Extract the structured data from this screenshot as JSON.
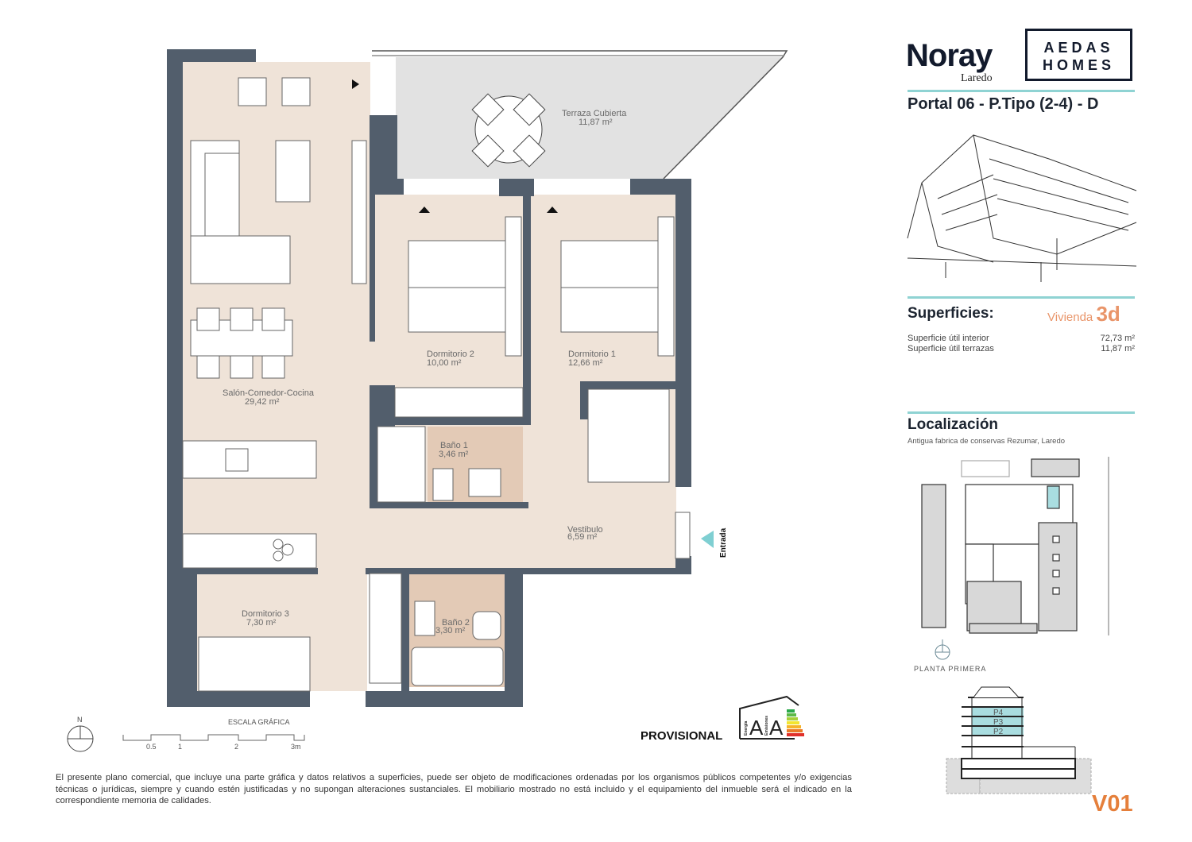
{
  "brand": {
    "name": "Noray",
    "city": "Laredo",
    "partner_line1": "AEDAS",
    "partner_line2": "HOMES"
  },
  "header": {
    "portal": "Portal 06 - P.Tipo (2-4) - D"
  },
  "superficies": {
    "title": "Superficies:",
    "vivienda_label": "Vivienda",
    "vivienda_type": "3d",
    "rows": [
      {
        "label": "Superficie útil interior",
        "value": "72,73 m²"
      },
      {
        "label": "Superficie útil terrazas",
        "value": "11,87 m²"
      }
    ]
  },
  "localizacion": {
    "title": "Localización",
    "address": "Antigua fabrica de conservas Rezumar, Laredo",
    "floor_label": "PLANTA PRIMERA"
  },
  "section": {
    "floors": [
      "P4",
      "P3",
      "P2"
    ]
  },
  "rooms": [
    {
      "name": "Terraza Cubierta",
      "area": "11,87 m²"
    },
    {
      "name": "Dormitorio 2",
      "area": "10,00 m²"
    },
    {
      "name": "Dormitorio 1",
      "area": "12,66 m²"
    },
    {
      "name": "Salón-Comedor-Cocina",
      "area": "29,42 m²"
    },
    {
      "name": "Baño 1",
      "area": "3,46 m²"
    },
    {
      "name": "Vestibulo",
      "area": "6,59 m²"
    },
    {
      "name": "Dormitorio 3",
      "area": "7,30 m²"
    },
    {
      "name": "Baño 2",
      "area": "3,30 m²"
    }
  ],
  "entrance": "Entrada",
  "north": "N",
  "scale": {
    "title": "ESCALA GRÁFICA",
    "ticks": [
      "0.5",
      "1",
      "2",
      "3m"
    ]
  },
  "energy": {
    "status": "PROVISIONAL",
    "consumption": "A",
    "emissions": "A",
    "consumption_label": "Energía",
    "emissions_label": "Emisiones"
  },
  "version": "V01",
  "disclaimer": "El presente plano comercial, que incluye una parte gráfica y datos relativos a superficies, puede ser objeto de modificaciones ordenadas por los organismos públicos competentes y/o exigencias técnicas o jurídicas, siempre y cuando estén justificadas y no supongan alteraciones sustanciales. El mobiliario mostrado no está incluido y el equipamiento del inmueble será el indicado en la correspondiente memoria de calidades."
}
